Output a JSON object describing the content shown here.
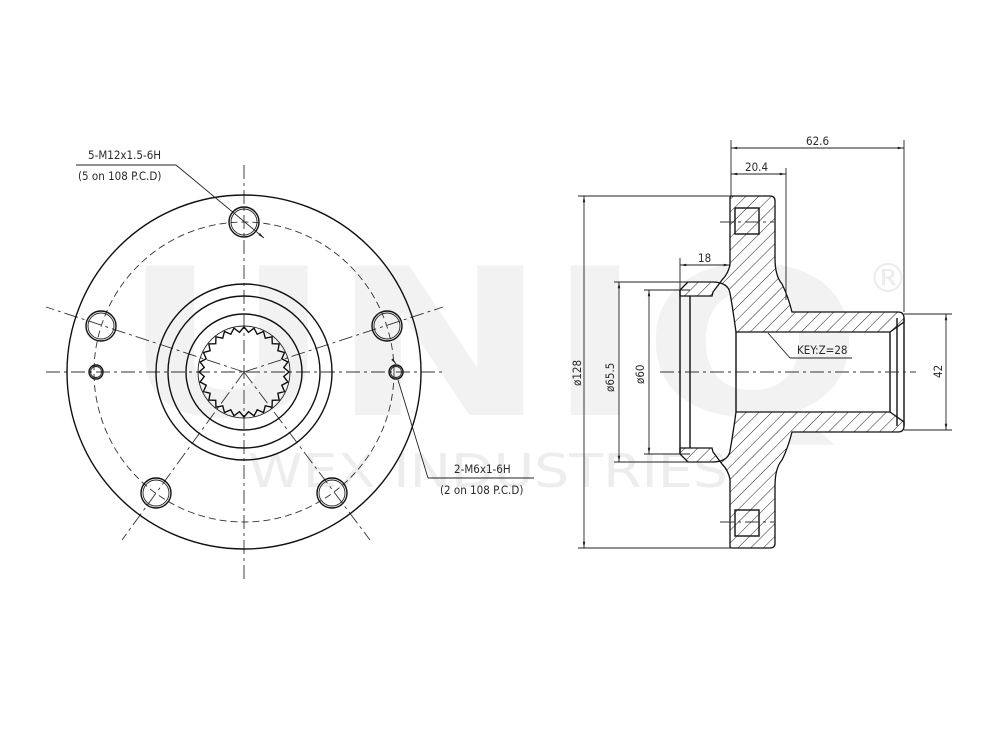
{
  "watermark": {
    "brand": "UNIQ",
    "registered": "®",
    "company": "WEX INDUSTRIES"
  },
  "front_view": {
    "stud_callout": {
      "label": "5-M12x1.5-6H",
      "sub": "(5 on 108 P.C.D)"
    },
    "screw_callout": {
      "label": "2-M6x1-6H",
      "sub": "(2 on 108 P.C.D)"
    },
    "spline_teeth": 28,
    "stud_holes": 5,
    "screw_holes": 2
  },
  "section_view": {
    "dimensions": {
      "overall_length": "62.6",
      "flange_to_hub": "20.4",
      "pilot_depth": "18",
      "flange_dia": "ø128",
      "pilot_dia_outer": "ø65.5",
      "pilot_dia_inner": "ø60",
      "shaft_dia": "42"
    },
    "spline_note": "KEY:Z=28"
  },
  "colors": {
    "line": "#111111",
    "watermark": "#f2f2f2",
    "background": "#ffffff"
  }
}
